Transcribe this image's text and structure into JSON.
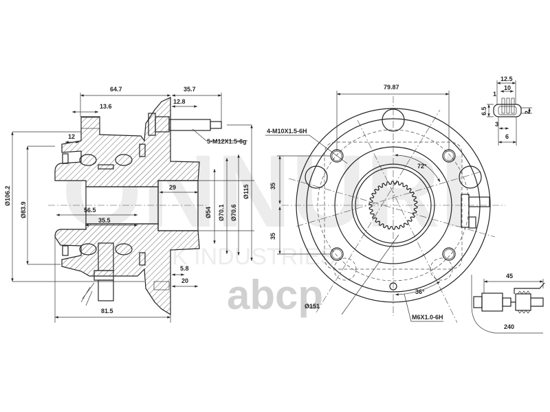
{
  "watermark": {
    "brand": "ONNURI",
    "subtitle": "K INDUSTRIES",
    "logo": "abcp"
  },
  "side_view": {
    "dims": {
      "d64_7": "64.7",
      "d35_7": "35.7",
      "d13_6": "13.6",
      "d12_8": "12.8",
      "d12": "12",
      "dia106_2": "Ø106.2",
      "dia83_9": "Ø83.9",
      "d56_5": "56.5",
      "d35_5": "35.5",
      "d29": "29",
      "dia54": "Ø54",
      "dia70_1": "Ø70.1",
      "dia70_6": "Ø70.6",
      "dia115": "Ø115",
      "d5_8": "5.8",
      "d20": "20",
      "d81_5": "81.5"
    },
    "stud_thread": "5-M12X1.5-6g"
  },
  "front_view": {
    "dims": {
      "d79_87": "79.87",
      "d35_top": "35",
      "d35_bottom": "35",
      "angle72": "72°",
      "angle36": "36°",
      "dia151": "Ø151"
    },
    "bolt_thread": "4-M10X1.5-6H",
    "small_thread": "M6X1.0-6H"
  },
  "connector_detail": {
    "d12_5": "12.5",
    "d10": "10",
    "d1": "1",
    "d6_5": "6.5",
    "d2": "2",
    "d3": "3",
    "d6": "6"
  },
  "cable_detail": {
    "d45": "45",
    "d240": "240"
  }
}
